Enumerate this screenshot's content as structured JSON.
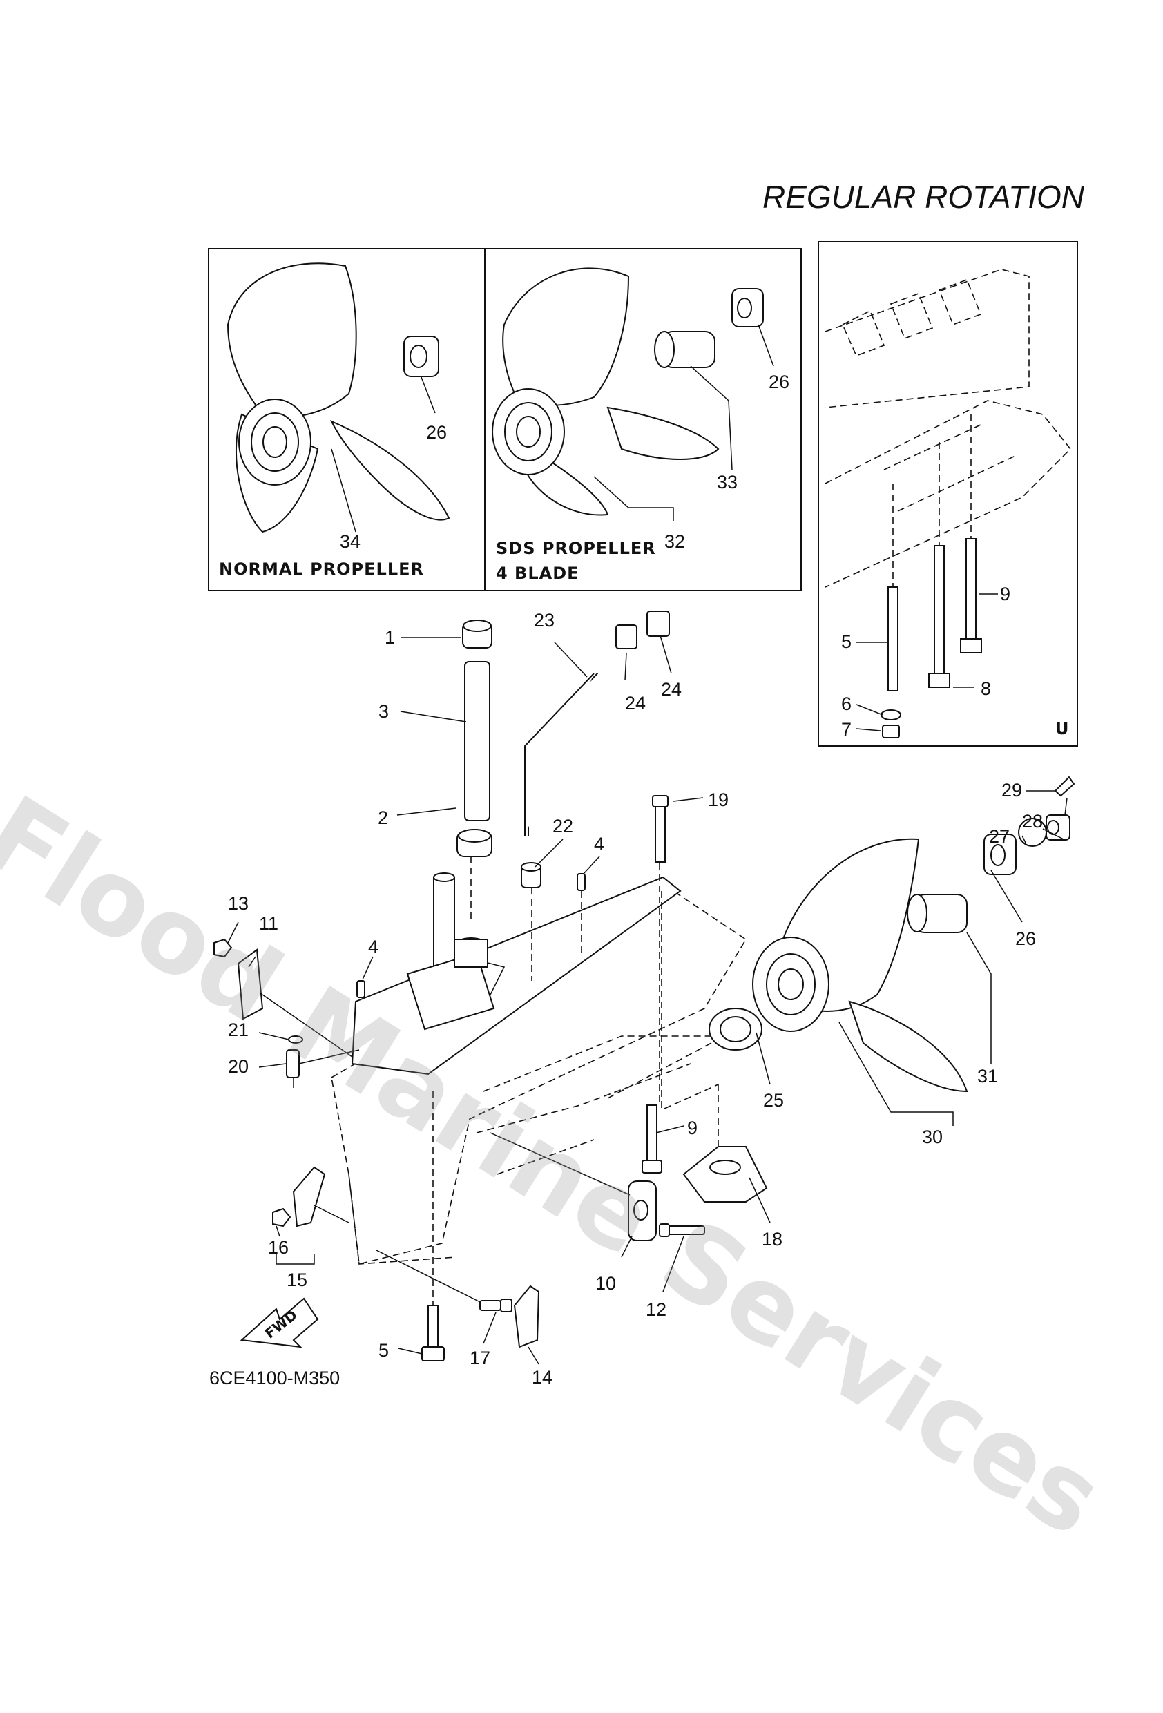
{
  "title": "REGULAR ROTATION",
  "panels": {
    "normal_propeller": "NORMAL PROPELLER",
    "sds_propeller_line1": "SDS PROPELLER",
    "sds_propeller_line2": "4 BLADE",
    "variant_code": "U"
  },
  "diagram_code": "6CE4100-M350",
  "fwd_label": "FWD",
  "watermark": "Flood Marine Services",
  "callouts": {
    "c1": "1",
    "c2": "2",
    "c3": "3",
    "c4a": "4",
    "c4b": "4",
    "c5a": "5",
    "c5b": "5",
    "c6": "6",
    "c7": "7",
    "c8": "8",
    "c9a": "9",
    "c9b": "9",
    "c10": "10",
    "c11": "11",
    "c12": "12",
    "c13": "13",
    "c14": "14",
    "c15": "15",
    "c16": "16",
    "c17": "17",
    "c18": "18",
    "c19": "19",
    "c20": "20",
    "c21": "21",
    "c22": "22",
    "c23": "23",
    "c24a": "24",
    "c24b": "24",
    "c25": "25",
    "c26a": "26",
    "c26b": "26",
    "c26c": "26",
    "c27": "27",
    "c28": "28",
    "c29": "29",
    "c30": "30",
    "c31": "31",
    "c32": "32",
    "c33": "33",
    "c34": "34"
  }
}
